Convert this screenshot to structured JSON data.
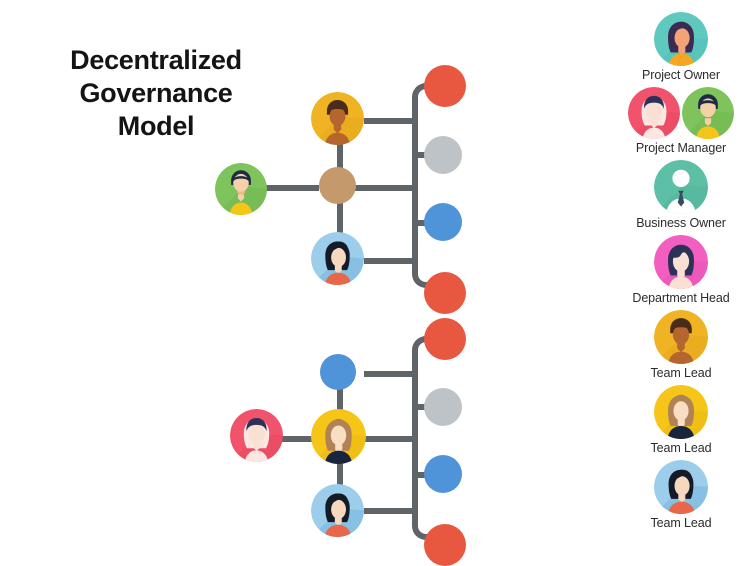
{
  "page": {
    "title_lines": [
      "Decentralized",
      "Governance",
      "Model"
    ],
    "background": "#FFFFFF"
  },
  "palette": {
    "connector": "#5F6468",
    "hub_tan": "#C49A6C",
    "red": "#E8573F",
    "gray": "#BDC3C7",
    "blue": "#4F93D9",
    "yellow": "#F5C518",
    "gold": "#F0B323",
    "green": "#7FC35C",
    "pink": "#F0536B",
    "magenta": "#F25FC0",
    "lightblue": "#9CCDEA",
    "teal": "#5FC9C0",
    "seagreen": "#5CBFA6",
    "skin": "#F6D8BE",
    "skin_dark": "#B5652E",
    "hair_dark": "#1F2A44",
    "hair_brown": "#B08255",
    "shirt_orange": "#E8664A",
    "shirt_navy": "#17263C",
    "shirt_yellow": "#F5C518"
  },
  "charts": {
    "top": {
      "name": "top-org-tree",
      "hub": {
        "type": "plain-circle",
        "color": "#C49A6C",
        "label": "hub-node"
      },
      "left_branch": {
        "type": "avatar",
        "role": "Project Manager",
        "ring": "#7FC35C"
      },
      "top_branch": {
        "type": "avatar",
        "role": "Team Lead",
        "ring": "#F0B323"
      },
      "bottom_branch": {
        "type": "avatar",
        "role": "Team Lead",
        "ring": "#9CCDEA"
      },
      "bus_nodes": [
        {
          "index": 1,
          "type": "plain-circle",
          "color": "#E8573F"
        },
        {
          "index": 2,
          "type": "plain-circle",
          "color": "#BDC3C7"
        },
        {
          "index": 3,
          "type": "plain-circle",
          "color": "#4F93D9"
        },
        {
          "index": 4,
          "type": "plain-circle",
          "color": "#E8573F"
        }
      ]
    },
    "bottom": {
      "name": "bottom-org-tree",
      "hub": {
        "type": "avatar",
        "role": "Team Lead",
        "ring": "#F5C518"
      },
      "left_branch": {
        "type": "avatar",
        "role": "Project Manager",
        "ring": "#F0536B"
      },
      "top_branch": {
        "type": "plain-circle",
        "color": "#4F93D9"
      },
      "bottom_branch": {
        "type": "avatar",
        "role": "Team Lead",
        "ring": "#9CCDEA"
      },
      "bus_nodes": [
        {
          "index": 1,
          "type": "plain-circle",
          "color": "#E8573F"
        },
        {
          "index": 2,
          "type": "plain-circle",
          "color": "#BDC3C7"
        },
        {
          "index": 3,
          "type": "plain-circle",
          "color": "#4F93D9"
        },
        {
          "index": 4,
          "type": "plain-circle",
          "color": "#E8573F"
        }
      ]
    }
  },
  "legend": {
    "items": [
      {
        "label": "Project Owner",
        "avatars": [
          "owner-teal"
        ]
      },
      {
        "label": "Project Manager",
        "avatars": [
          "manager-pink",
          "manager-green"
        ]
      },
      {
        "label": "Business Owner",
        "avatars": [
          "business-seagreen"
        ]
      },
      {
        "label": "Department Head",
        "avatars": [
          "dept-magenta"
        ]
      },
      {
        "label": "Team Lead",
        "avatars": [
          "lead-gold"
        ]
      },
      {
        "label": "Team Lead",
        "avatars": [
          "lead-yellow"
        ]
      },
      {
        "label": "Team Lead",
        "avatars": [
          "lead-lightblue"
        ]
      }
    ]
  }
}
